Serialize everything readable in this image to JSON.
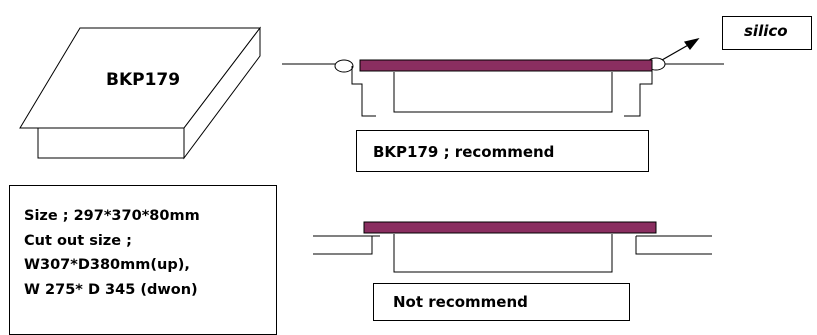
{
  "product": {
    "model_label": "BKP179"
  },
  "callouts": {
    "silicone_label": "silico",
    "recommend_label": "BKP179 ; recommend",
    "not_recommend_label": "Not recommend"
  },
  "specs": {
    "lines": [
      "Size ; 297*370*80mm",
      "Cut out size ;",
      "W307*D380mm(up),",
      "W 275* D 345 (dwon)"
    ]
  },
  "colors": {
    "plate_fill": "#8a2e60",
    "stroke": "#000000"
  }
}
